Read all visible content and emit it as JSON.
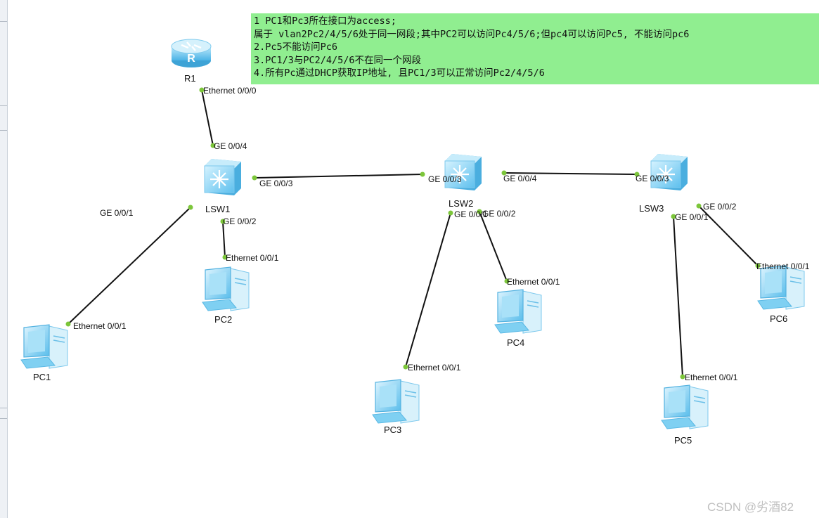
{
  "note_lines": [
    "1 PC1和Pc3所在接口为access;",
    "属于 vlan2Pc2/4/5/6处于同一网段;其中PC2可以访问Pc4/5/6;但pc4可以访问Pc5, 不能访问pc6",
    "2.Pc5不能访问Pc6",
    "3.PC1/3与PC2/4/5/6不在同一个网段",
    "4.所有Pc通过DHCP获取IP地址, 且PC1/3可以正常访问Pc2/4/5/6"
  ],
  "devices": {
    "r1": "R1",
    "lsw1": "LSW1",
    "lsw2": "LSW2",
    "lsw3": "LSW3",
    "pc1": "PC1",
    "pc2": "PC2",
    "pc3": "PC3",
    "pc4": "PC4",
    "pc5": "PC5",
    "pc6": "PC6"
  },
  "ports": {
    "r1_e000": "Ethernet 0/0/0",
    "lsw1_ge004": "GE 0/0/4",
    "lsw1_ge003": "GE 0/0/3",
    "lsw1_ge001": "GE 0/0/1",
    "lsw1_ge002": "GE 0/0/2",
    "lsw2_ge003": "GE 0/0/3",
    "lsw2_ge004": "GE 0/0/4",
    "lsw2_ge001": "GE 0/0/1",
    "lsw2_ge002": "GE 0/0/2",
    "lsw3_ge003": "GE 0/0/3",
    "lsw3_ge001": "GE 0/0/1",
    "lsw3_ge002": "GE 0/0/2",
    "pc1_e001": "Ethernet 0/0/1",
    "pc2_e001": "Ethernet 0/0/1",
    "pc3_e001": "Ethernet 0/0/1",
    "pc4_e001": "Ethernet 0/0/1",
    "pc5_e001": "Ethernet 0/0/1",
    "pc6_e001": "Ethernet 0/0/1"
  },
  "watermark": "CSDN @劣酒82",
  "colors": {
    "note_bg": "#90ee90",
    "link": "#111111",
    "port_dot": "#7cc63a",
    "device": "#6cc6f0"
  }
}
